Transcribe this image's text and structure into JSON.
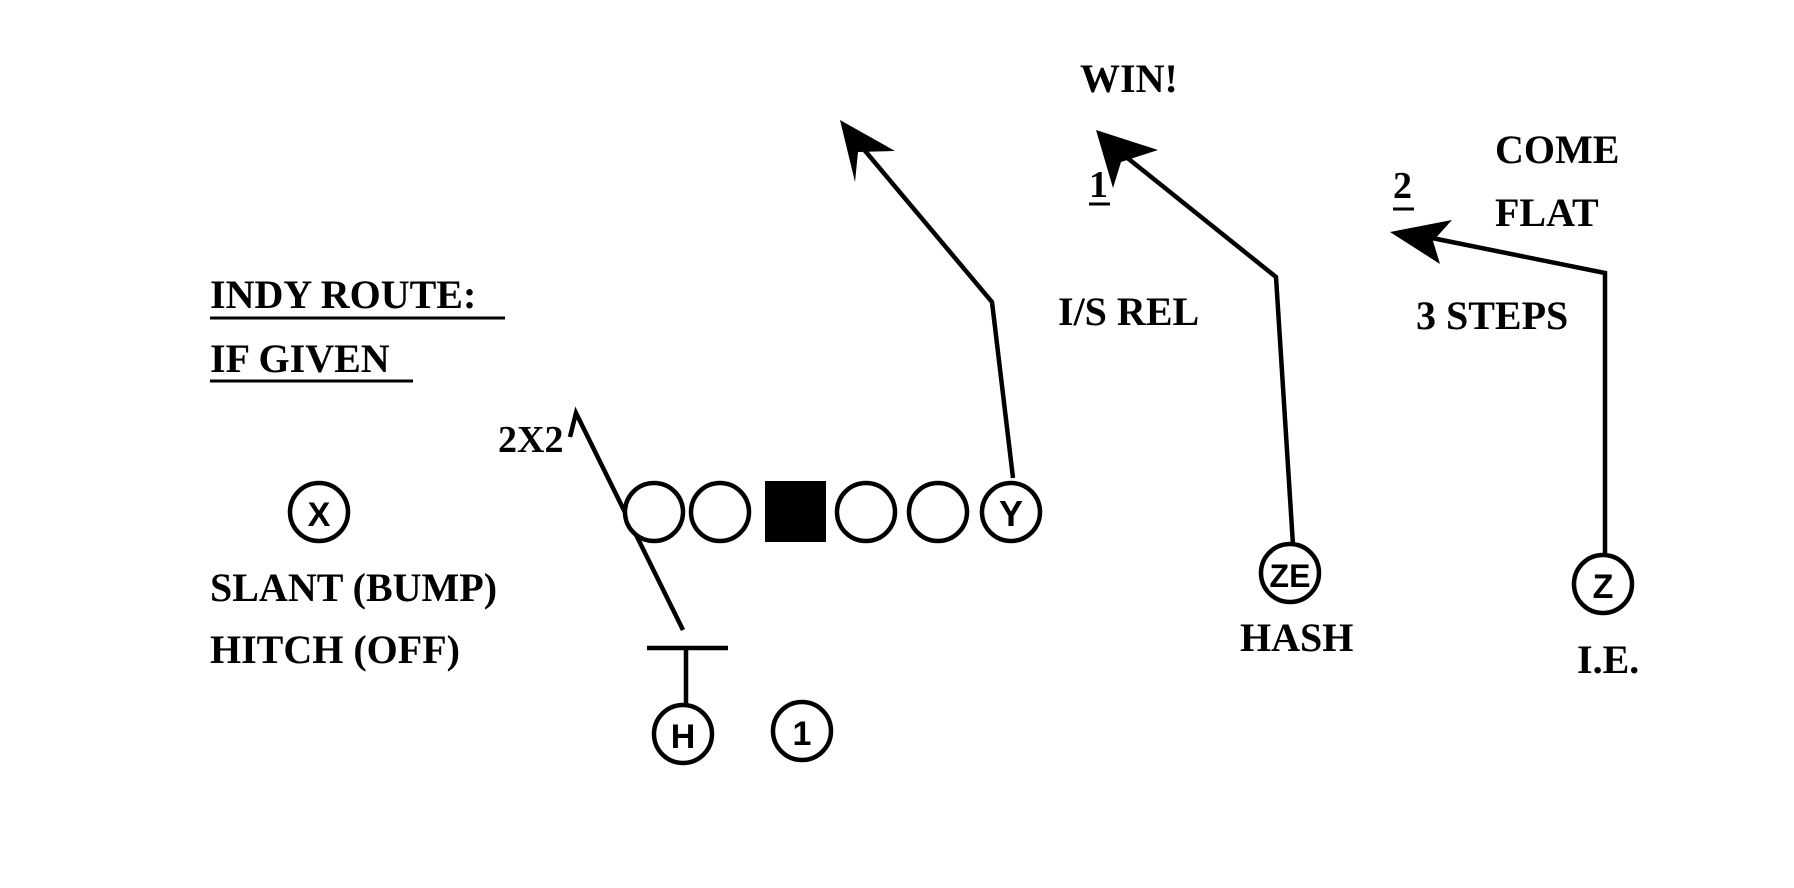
{
  "notes": {
    "indy_line1": "INDY ROUTE:",
    "indy_line2": "IF GIVEN",
    "formation": "2X2",
    "x_call1": "SLANT (BUMP)",
    "x_call2": "HITCH (OFF)",
    "win": "WIN!",
    "read1": "1",
    "read2": "2",
    "is_rel": "I/S REL",
    "come": "COME",
    "flat": "FLAT",
    "three_steps": "3 STEPS",
    "hash": "HASH",
    "ie": "I.E."
  },
  "players": {
    "x": "X",
    "y": "Y",
    "h": "H",
    "qb": "1",
    "ze": "ZE",
    "z": "Z"
  },
  "colors": {
    "ink": "#000000",
    "background": "#ffffff"
  }
}
